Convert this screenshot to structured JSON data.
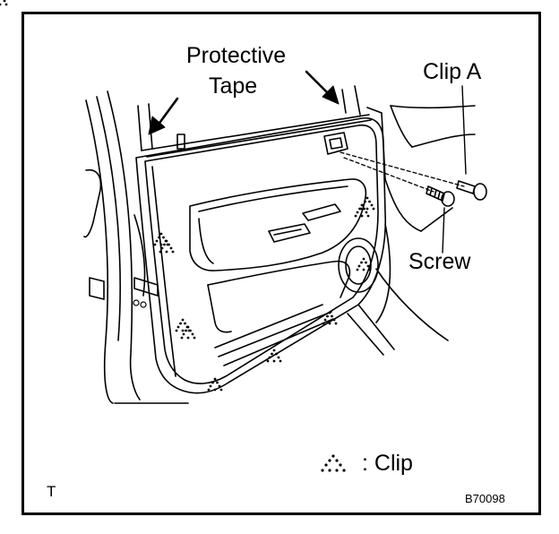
{
  "labels": {
    "protective_tape_line1": "Protective",
    "protective_tape_line2": "Tape",
    "clip_a": "Clip A",
    "screw": "Screw",
    "legend_clip": ": Clip",
    "corner_mark": "T",
    "figure_code": "B70098"
  },
  "icons": {
    "clip_marker": "dotted-triangle-icon",
    "arrow": "solid-arrow-icon"
  },
  "colors": {
    "ink": "#000000",
    "background": "#ffffff"
  }
}
